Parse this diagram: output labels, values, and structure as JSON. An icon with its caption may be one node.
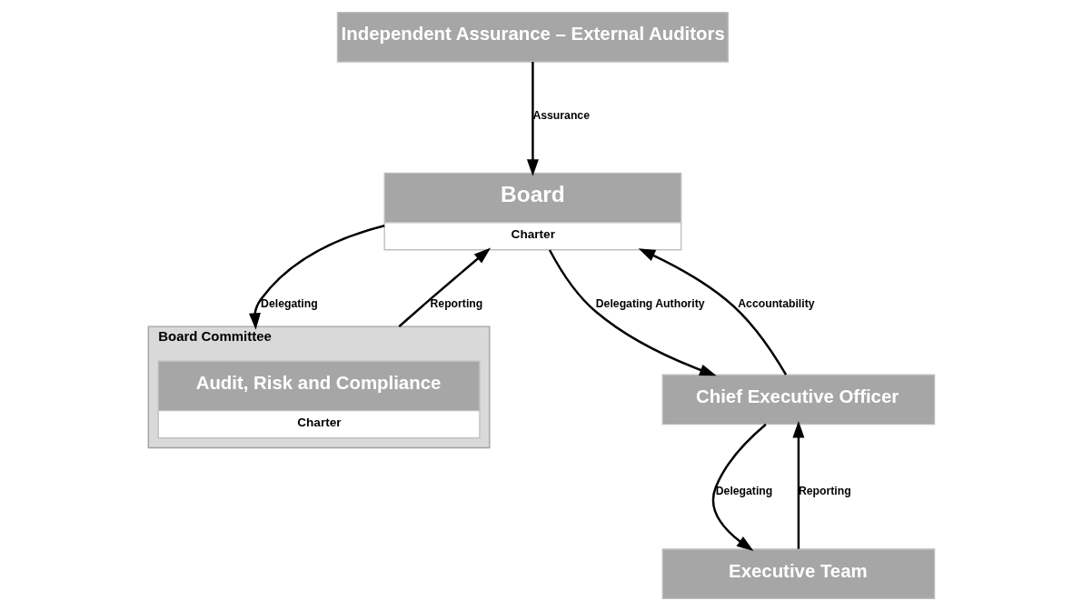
{
  "diagram": {
    "nodes": [
      {
        "text": [
          "Board",
          "Charter"
        ]
      },
      {
        "text": [
          "Board Committee"
        ]
      },
      {
        "text": [
          "Audit, Risk and Compliance",
          "Charter"
        ],
        "in": 1
      },
      {
        "text": [
          "Chief Executive Officer"
        ]
      },
      {
        "text": [
          "Independent Assurance – External Auditors"
        ]
      },
      {
        "text": [
          "Executive Team"
        ]
      }
    ],
    "edges": [
      {
        "from": 0,
        "to": 1,
        "arrow": "to",
        "label": "Delegating"
      },
      {
        "from": 1,
        "to": 0,
        "arrow": "to",
        "label": "Reporting"
      },
      {
        "from": 4,
        "to": 0,
        "arrow": "to",
        "label": "Assurance"
      },
      {
        "from": 0,
        "to": 3,
        "arrow": "to",
        "label": "Delegating Authority"
      },
      {
        "from": 3,
        "to": 0,
        "arrow": "to",
        "label": "Accountability"
      },
      {
        "from": 5,
        "to": 3,
        "arrow": "to",
        "label": "Reporting"
      },
      {
        "from": 3,
        "to": 5,
        "arrow": "to",
        "label": "Delegating"
      }
    ]
  }
}
